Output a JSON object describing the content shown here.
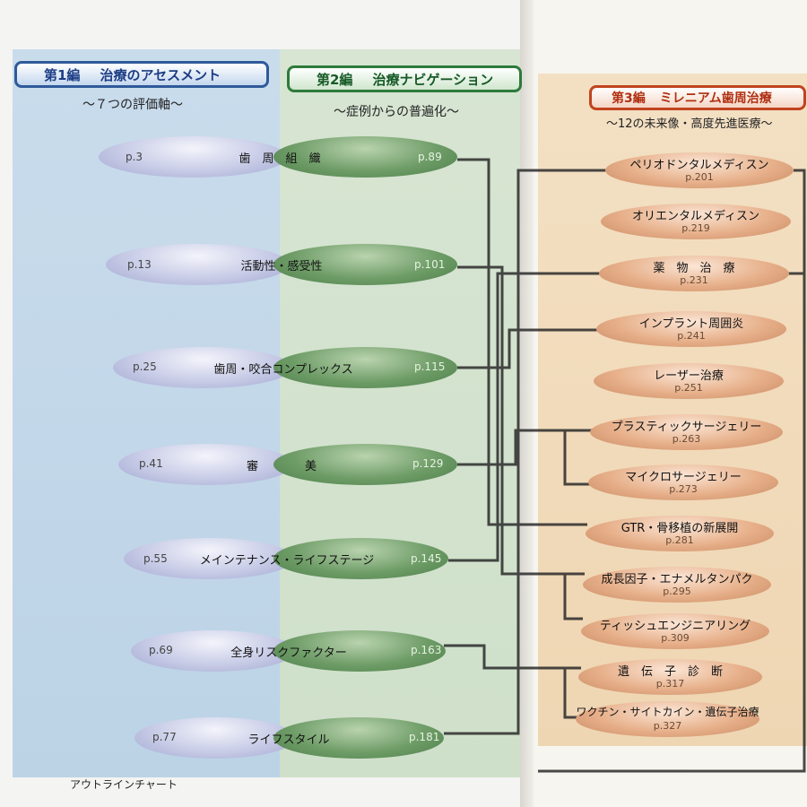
{
  "sections": {
    "s1": {
      "num": "第1編",
      "title": "治療のアセスメント",
      "subtitle": "〜７つの評価軸〜"
    },
    "s2": {
      "num": "第2編",
      "title": "治療ナビゲーション",
      "subtitle": "〜症例からの普遍化〜"
    },
    "s3": {
      "num": "第3編",
      "title": "ミレニアム歯周治療",
      "subtitle": "〜12の未来像・高度先進医療〜"
    }
  },
  "left_items": [
    {
      "page_a": "p.3",
      "label": "歯　周　組　織",
      "page_b": "p.89"
    },
    {
      "page_a": "p.13",
      "label": "活動性・感受性",
      "page_b": "p.101"
    },
    {
      "page_a": "p.25",
      "label": "歯周・咬合コンプレックス",
      "page_b": "p.115"
    },
    {
      "page_a": "p.41",
      "label": "審　　　　美",
      "page_b": "p.129"
    },
    {
      "page_a": "p.55",
      "label": "メインテナンス・ライフステージ",
      "page_b": "p.145"
    },
    {
      "page_a": "p.69",
      "label": "全身リスクファクター",
      "page_b": "p.163"
    },
    {
      "page_a": "p.77",
      "label": "ライフスタイル",
      "page_b": "p.181"
    }
  ],
  "right_items": [
    {
      "label": "ペリオドンタルメディスン",
      "page": "p.201"
    },
    {
      "label": "オリエンタルメディスン",
      "page": "p.219"
    },
    {
      "label": "薬　物　治　療",
      "page": "p.231"
    },
    {
      "label": "インプラント周囲炎",
      "page": "p.241"
    },
    {
      "label": "レーザー治療",
      "page": "p.251"
    },
    {
      "label": "プラスティックサージェリー",
      "page": "p.263"
    },
    {
      "label": "マイクロサージェリー",
      "page": "p.273"
    },
    {
      "label": "GTR・骨移植の新展開",
      "page": "p.281"
    },
    {
      "label": "成長因子・エナメルタンパク",
      "page": "p.295"
    },
    {
      "label": "ティッシュエンジニアリング",
      "page": "p.309"
    },
    {
      "label": "遺　伝　子　診　断",
      "page": "p.317"
    },
    {
      "label": "ワクチン・サイトカイン・遺伝子治療",
      "page": "p.327"
    }
  ],
  "footer": "アウトラインチャート"
}
